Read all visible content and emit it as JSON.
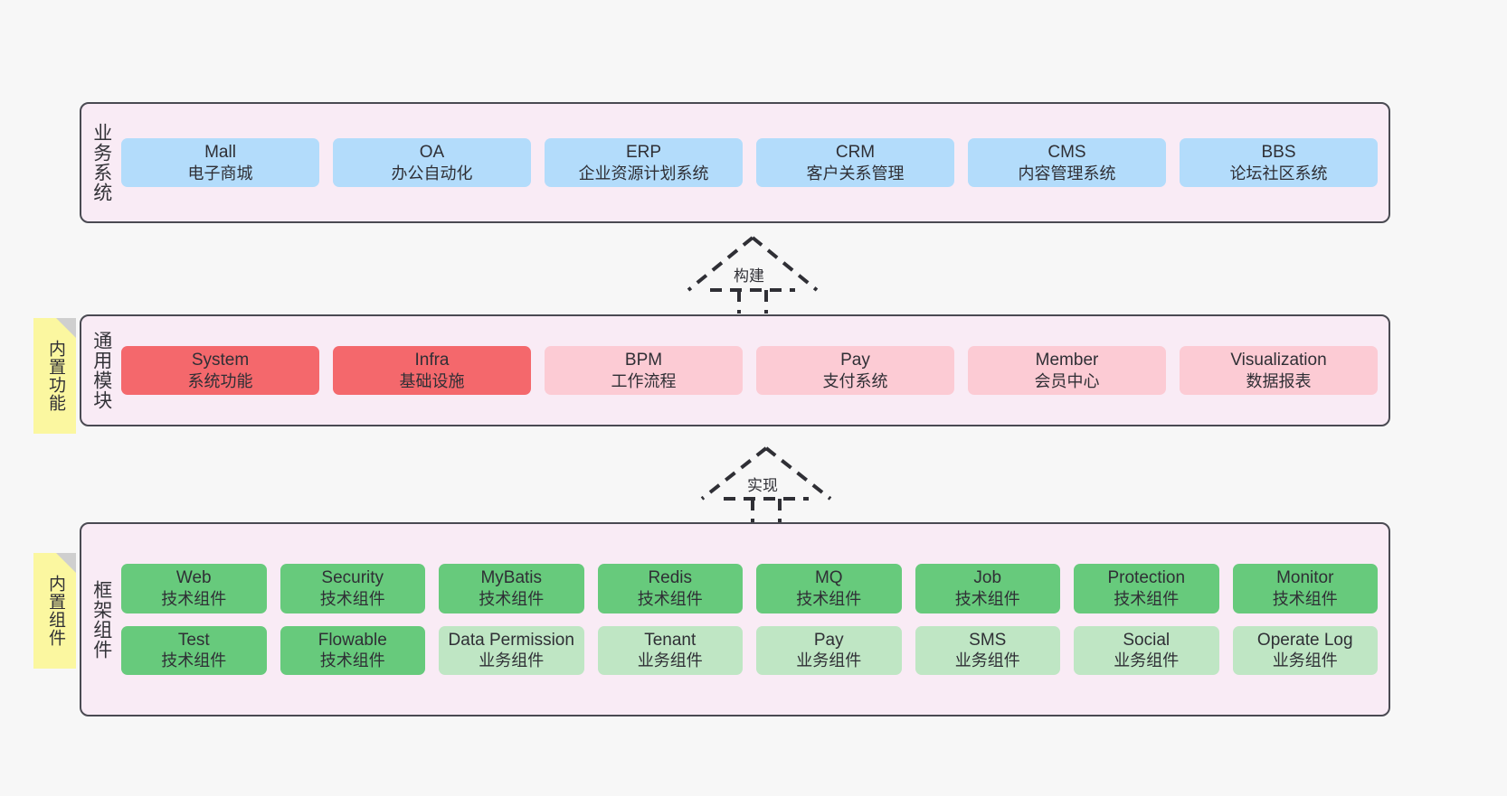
{
  "layers": [
    {
      "key": "business",
      "title": "业务系统",
      "rows": [
        {
          "style": "c-blue",
          "nodes": [
            {
              "title": "Mall",
              "sub": "电子商城"
            },
            {
              "title": "OA",
              "sub": "办公自动化"
            },
            {
              "title": "ERP",
              "sub": "企业资源计划系统"
            },
            {
              "title": "CRM",
              "sub": "客户关系管理"
            },
            {
              "title": "CMS",
              "sub": "内容管理系统"
            },
            {
              "title": "BBS",
              "sub": "论坛社区系统"
            }
          ]
        }
      ]
    },
    {
      "key": "common",
      "title": "通用模块",
      "rows": [
        {
          "nodes": [
            {
              "title": "System",
              "sub": "系统功能",
              "style": "c-red"
            },
            {
              "title": "Infra",
              "sub": "基础设施",
              "style": "c-red"
            },
            {
              "title": "BPM",
              "sub": "工作流程",
              "style": "c-pink"
            },
            {
              "title": "Pay",
              "sub": "支付系统",
              "style": "c-pink"
            },
            {
              "title": "Member",
              "sub": "会员中心",
              "style": "c-pink"
            },
            {
              "title": "Visualization",
              "sub": "数据报表",
              "style": "c-pink"
            }
          ]
        }
      ]
    },
    {
      "key": "framework",
      "title": "框架组件",
      "rows": [
        {
          "style": "c-green",
          "nodes": [
            {
              "title": "Web",
              "sub": "技术组件"
            },
            {
              "title": "Security",
              "sub": "技术组件"
            },
            {
              "title": "MyBatis",
              "sub": "技术组件"
            },
            {
              "title": "Redis",
              "sub": "技术组件"
            },
            {
              "title": "MQ",
              "sub": "技术组件"
            },
            {
              "title": "Job",
              "sub": "技术组件"
            },
            {
              "title": "Protection",
              "sub": "技术组件"
            },
            {
              "title": "Monitor",
              "sub": "技术组件"
            }
          ]
        },
        {
          "nodes": [
            {
              "title": "Test",
              "sub": "技术组件",
              "style": "c-green"
            },
            {
              "title": "Flowable",
              "sub": "技术组件",
              "style": "c-green"
            },
            {
              "title": "Data Permission",
              "sub": "业务组件",
              "style": "c-lightgreen"
            },
            {
              "title": "Tenant",
              "sub": "业务组件",
              "style": "c-lightgreen"
            },
            {
              "title": "Pay",
              "sub": "业务组件",
              "style": "c-lightgreen"
            },
            {
              "title": "SMS",
              "sub": "业务组件",
              "style": "c-lightgreen"
            },
            {
              "title": "Social",
              "sub": "业务组件",
              "style": "c-lightgreen"
            },
            {
              "title": "Operate Log",
              "sub": "业务组件",
              "style": "c-lightgreen"
            }
          ]
        }
      ]
    }
  ],
  "notes": [
    {
      "key": "builtin_feature",
      "text": "内置功能"
    },
    {
      "key": "builtin_component",
      "text": "内置组件"
    }
  ],
  "connectors": [
    {
      "key": "build",
      "label": "构建"
    },
    {
      "key": "implement",
      "label": "实现"
    }
  ],
  "colors": {
    "layer_bg": "#f9ebf5",
    "layer_border": "#4a4a52",
    "business_node": "#b3dcfb",
    "module_primary": "#f4686c",
    "module_secondary": "#fccbd4",
    "tech_component": "#67ca7c",
    "business_component": "#bfe6c4",
    "note_bg": "#fbf7a0",
    "canvas_bg": "#f7f7f7"
  }
}
